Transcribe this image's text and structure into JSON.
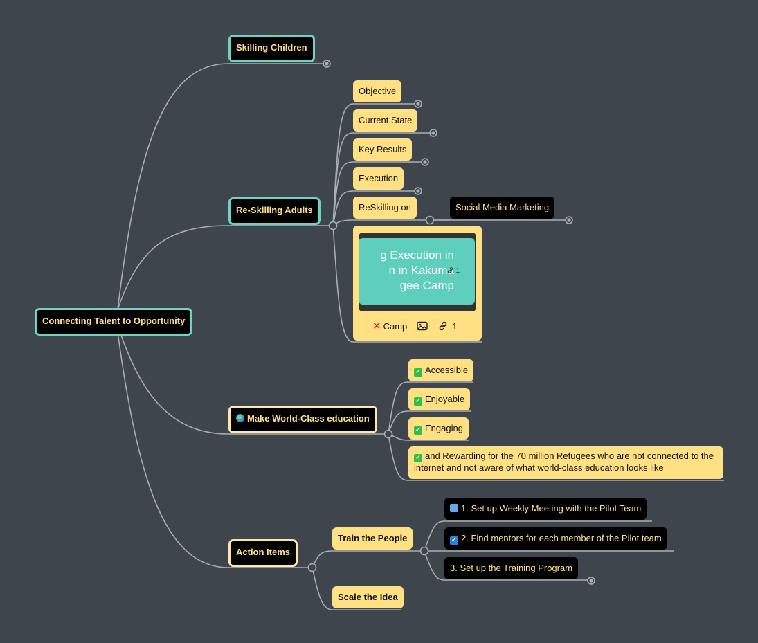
{
  "colors": {
    "background": "#3e454d",
    "topic": "#ffe082",
    "accent_teal": "#6fd3c3",
    "accent_gold": "#ffe8a3",
    "edge": "#a9aeb3"
  },
  "root": {
    "label": "Connecting Talent to Opportunity"
  },
  "branches": {
    "skilling_children": {
      "label": "Skilling Children"
    },
    "reskilling_adults": {
      "label": "Re-Skilling Adults",
      "children": [
        "Objective",
        "Current State",
        "Key Results",
        "Execution",
        "ReSkilling on"
      ],
      "reskilling_child": "Social Media Marketing",
      "card": {
        "title": "g Execution in\nn in Kakuma\ngee Camp",
        "inner_link_count": "1",
        "footer_label": "Camp",
        "footer_link_count": "1",
        "icons": [
          "cross-icon",
          "image-icon",
          "link-icon"
        ]
      }
    },
    "world_class": {
      "label": "Make World-Class education",
      "children": [
        "Accessible",
        "Enjoyable",
        "Engaging",
        "and Rewarding for the 70 million Refugees who are not connected to the internet and not aware of what world-class education looks like"
      ]
    },
    "action_items": {
      "label": "Action Items",
      "train": {
        "label": "Train the People",
        "tasks": [
          "1. Set up Weekly Meeting with the Pilot Team",
          "2. Find mentors for each member of the Pilot team",
          "3. Set up the Training Program"
        ]
      },
      "scale": {
        "label": "Scale the Idea"
      }
    }
  }
}
